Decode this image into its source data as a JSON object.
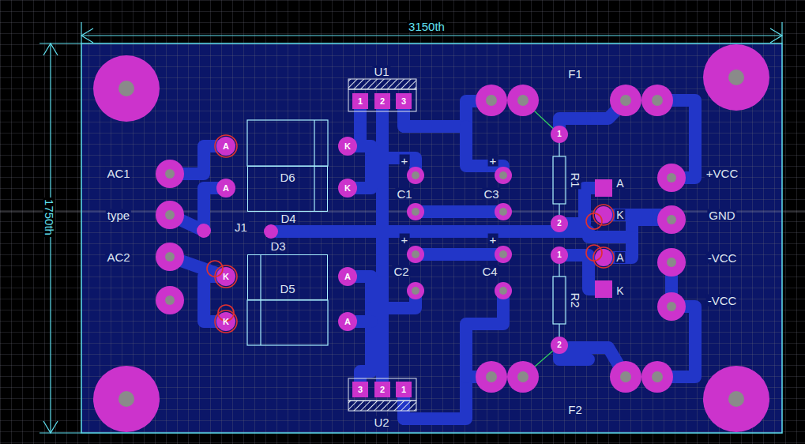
{
  "diagram": {
    "nodes": [
      {
        "text": [
          "D6"
        ]
      },
      {
        "text": [
          "D5"
        ]
      }
    ],
    "labels": [
      "3150th",
      "1750th",
      "U1",
      "1",
      "2",
      "3",
      "F1",
      "A",
      "A",
      "K",
      "K",
      "AC1",
      "type",
      "AC2",
      "J1",
      "D4",
      "D3",
      "K",
      "K",
      "A",
      "A",
      "+",
      "C1",
      "+",
      "C3",
      "+",
      "C2",
      "+",
      "C4",
      "1",
      "R1",
      "2",
      "1",
      "R2",
      "2",
      "A",
      "K",
      "A",
      "K",
      "+VCC",
      "GND",
      "-VCC",
      "-VCC",
      "3",
      "2",
      "1",
      "U2",
      "F2"
    ]
  }
}
